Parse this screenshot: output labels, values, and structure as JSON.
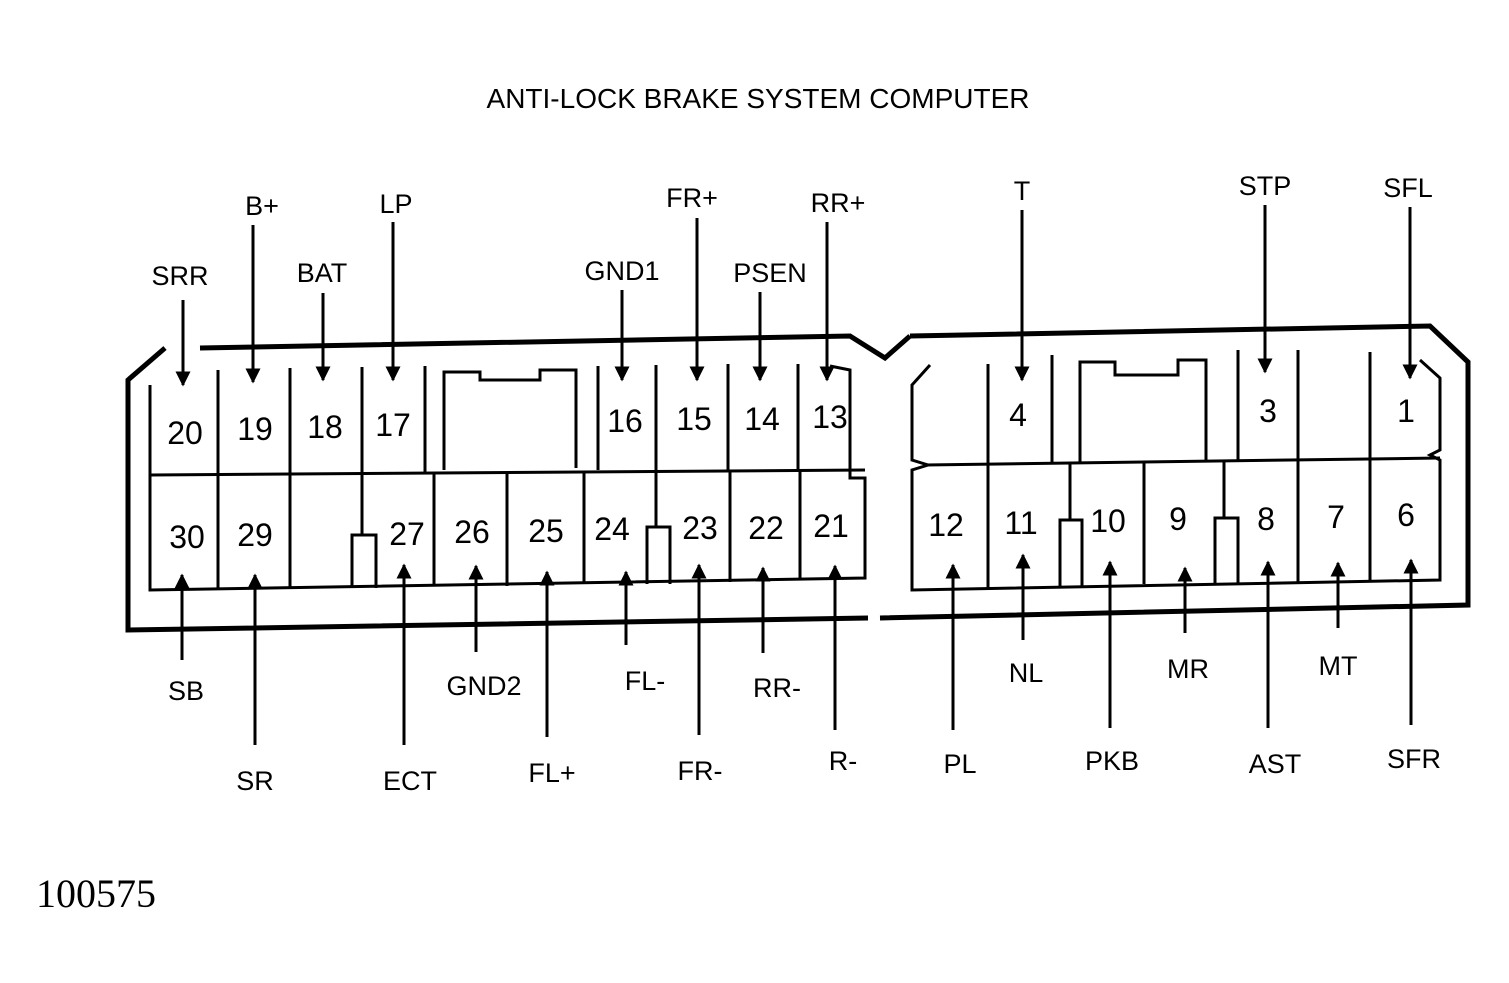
{
  "title": "ANTI-LOCK BRAKE SYSTEM COMPUTER",
  "figure_code": "100575",
  "pins": [
    {
      "pin": "1",
      "signal": "SFL"
    },
    {
      "pin": "3",
      "signal": "STP"
    },
    {
      "pin": "4",
      "signal": "T"
    },
    {
      "pin": "6",
      "signal": "SFR"
    },
    {
      "pin": "7",
      "signal": "MT"
    },
    {
      "pin": "8",
      "signal": "AST"
    },
    {
      "pin": "9",
      "signal": "MR"
    },
    {
      "pin": "10",
      "signal": "PKB"
    },
    {
      "pin": "11",
      "signal": "NL"
    },
    {
      "pin": "12",
      "signal": "PL"
    },
    {
      "pin": "13",
      "signal": "RR+"
    },
    {
      "pin": "14",
      "signal": "PSEN"
    },
    {
      "pin": "15",
      "signal": "FR+"
    },
    {
      "pin": "16",
      "signal": "GND1"
    },
    {
      "pin": "17",
      "signal": "LP"
    },
    {
      "pin": "18",
      "signal": "BAT"
    },
    {
      "pin": "19",
      "signal": "B+"
    },
    {
      "pin": "20",
      "signal": "SRR"
    },
    {
      "pin": "21",
      "signal": "R-"
    },
    {
      "pin": "22",
      "signal": "RR-"
    },
    {
      "pin": "23",
      "signal": "FR-"
    },
    {
      "pin": "24",
      "signal": "FL-"
    },
    {
      "pin": "25",
      "signal": "FL+"
    },
    {
      "pin": "26",
      "signal": "GND2"
    },
    {
      "pin": "27",
      "signal": "ECT"
    },
    {
      "pin": "29",
      "signal": "SR"
    },
    {
      "pin": "30",
      "signal": "SB"
    }
  ]
}
